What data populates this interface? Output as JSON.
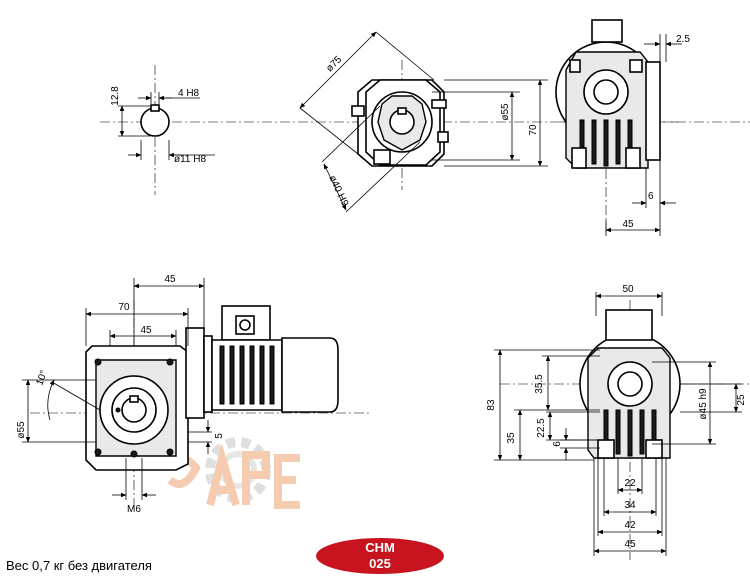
{
  "dimensions": {
    "keyway_height": "12.8",
    "keyway_width": "4 H8",
    "bore": "ø11 H8",
    "flange_diameter": "ø75",
    "pilot_diameter": "ø40 H9",
    "d55_top": "ø55",
    "h70_top": "70",
    "w2_5": "2.5",
    "w6": "6",
    "w45_top": "45",
    "w45_front": "45",
    "w70_front": "70",
    "w45_front_inner": "45",
    "angle": "10°",
    "d55_front": "ø55",
    "v5": "5",
    "thread": "M6",
    "w50": "50",
    "h83": "83",
    "h35_5": "35.5",
    "h35": "35",
    "h22_5": "22.5",
    "h6": "6",
    "d45": "ø45 h9",
    "h25": "25",
    "w22": "22",
    "w34": "34",
    "w42": "42",
    "w45_side": "45"
  },
  "footer": {
    "weight_note": "Вес 0,7 кг без двигателя"
  },
  "badge": {
    "line1": "CHM",
    "line2": "025",
    "color": "#c8141e"
  },
  "watermark": {
    "color": "#f6c7a8"
  }
}
